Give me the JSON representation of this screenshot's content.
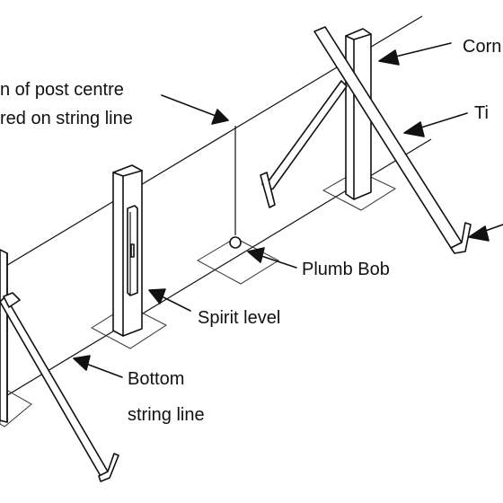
{
  "labels": {
    "corner_post": "Corn",
    "tie": "Ti",
    "post_centre_line1": "n of post centre",
    "post_centre_line2": "red on string line",
    "plumb_bob": "Plumb Bob",
    "spirit_level": "Spirit level",
    "bottom_string_line_1": "Bottom",
    "bottom_string_line_2": "string line"
  },
  "colors": {
    "ink": "#111111",
    "background": "#ffffff"
  }
}
